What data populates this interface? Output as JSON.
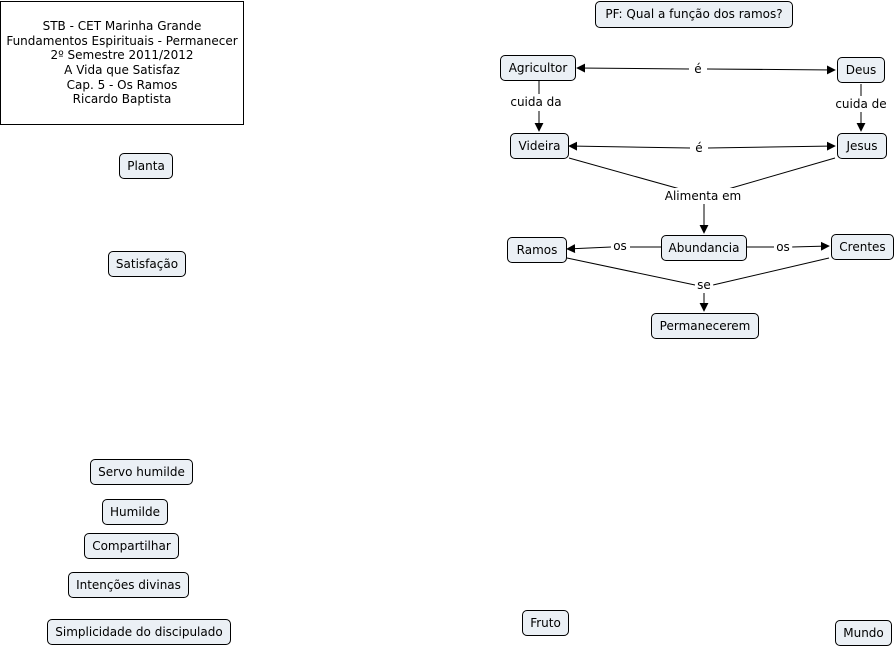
{
  "info": {
    "line1": "STB - CET Marinha Grande",
    "line2": "Fundamentos Espirituais  - Permanecer",
    "line3": "2º Semestre 2011/2012",
    "line4": "A Vida que Satisfaz",
    "line5": "Cap. 5  - Os Ramos",
    "line6": "Ricardo Baptista"
  },
  "nodes": {
    "focus_question": "PF: Qual a função dos ramos?",
    "agricultor": "Agricultor",
    "deus": "Deus",
    "videira": "Videira",
    "jesus": "Jesus",
    "abundancia": "Abundancia",
    "ramos": "Ramos",
    "crentes": "Crentes",
    "permanecerem": "Permanecerem",
    "planta": "Planta",
    "satisfacao": "Satisfação",
    "servo_humilde": "Servo humilde",
    "humilde": "Humilde",
    "compartilhar": "Compartilhar",
    "intencoes_divinas": "Intenções divinas",
    "simplicidade": "Simplicidade do discipulado",
    "fruto": "Fruto",
    "mundo": "Mundo"
  },
  "links": {
    "e_top": "é",
    "e_mid": "é",
    "cuida_da": "cuida da",
    "cuida_de": "cuida de",
    "alimenta_em": "Alimenta em",
    "os_left": "os",
    "os_right": "os",
    "se": "se"
  },
  "colors": {
    "node_fill": "#ebf0f5",
    "stroke": "#000000",
    "background": "#ffffff"
  }
}
